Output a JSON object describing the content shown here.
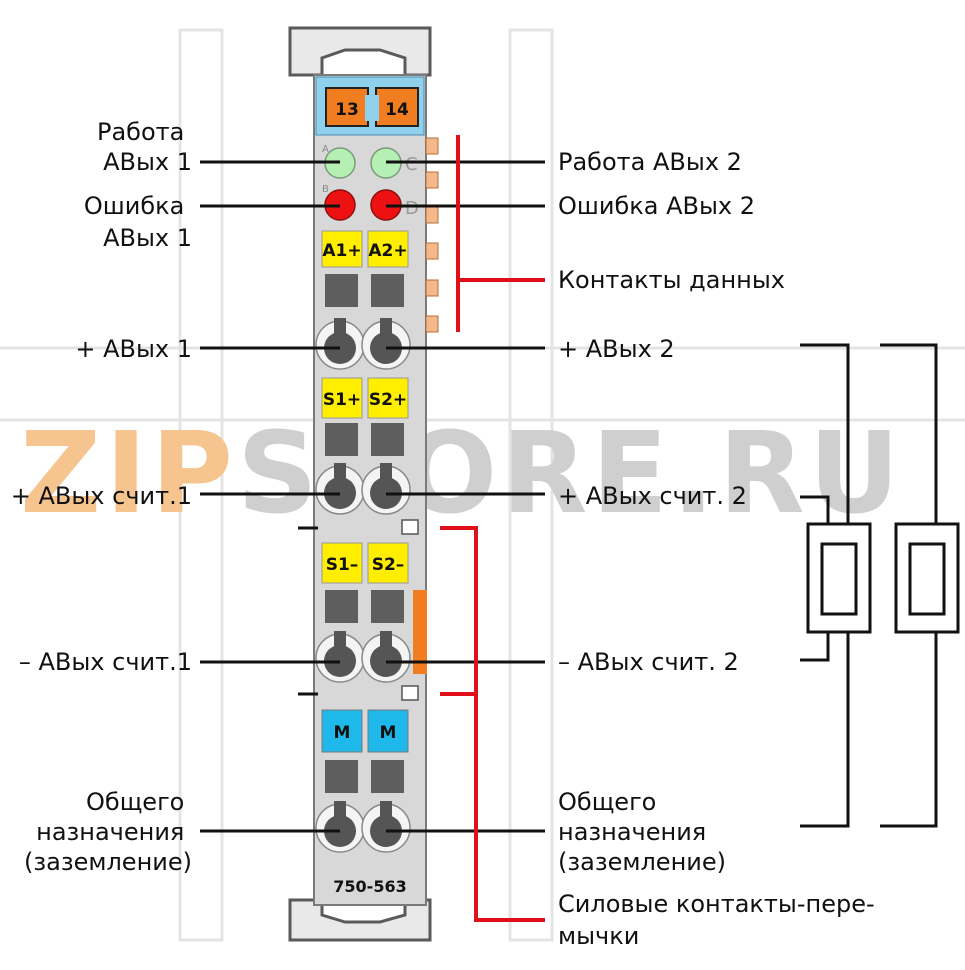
{
  "watermark": {
    "part1": "ZIP",
    "part2": "STORE.RU",
    "color1": "#f6c48e",
    "color2": "#cfcfcf"
  },
  "module": {
    "model": "750-563",
    "top_labels": [
      "13",
      "14"
    ],
    "led_letters": [
      "A",
      "B",
      "C",
      "D"
    ],
    "slot_badges": {
      "row1": [
        "A1+",
        "A2+"
      ],
      "row2": [
        "S1+",
        "S2+"
      ],
      "row3": [
        "S1–",
        "S2–"
      ],
      "row4": [
        "M",
        "M"
      ]
    },
    "colors": {
      "body": "#d8d8d8",
      "outline": "#7a7a7a",
      "top_blue": "#8fd0ec",
      "top_orange": "#f07d1f",
      "led_green": "#b6efb3",
      "led_red": "#ee1111",
      "badge_yellow": "#ffee00",
      "badge_blue": "#1fb8ea",
      "contact_orange": "#f5b88b",
      "bracket_red": "#e0101a"
    }
  },
  "labels": {
    "left": {
      "status1": [
        "Работа",
        "АВых 1"
      ],
      "error1": [
        "Ошибка",
        "АВых 1"
      ],
      "plus1": "+ АВых 1",
      "sense_plus1": "+ АВых счит.1",
      "sense_minus1": "– АВых счит.1",
      "ground": [
        "Общего",
        "назначения",
        "(заземление)"
      ]
    },
    "right": {
      "status2": "Работа АВых 2",
      "error2": "Ошибка АВых 2",
      "data_contacts": "Контакты данных",
      "plus2": "+ АВых 2",
      "sense_plus2": "+ АВых счит. 2",
      "sense_minus2": "– АВых счит. 2",
      "ground": [
        "Общего",
        "назначения",
        "(заземление)"
      ],
      "power_jumper": [
        "Силовые контакты-пере-",
        "мычки"
      ]
    }
  }
}
